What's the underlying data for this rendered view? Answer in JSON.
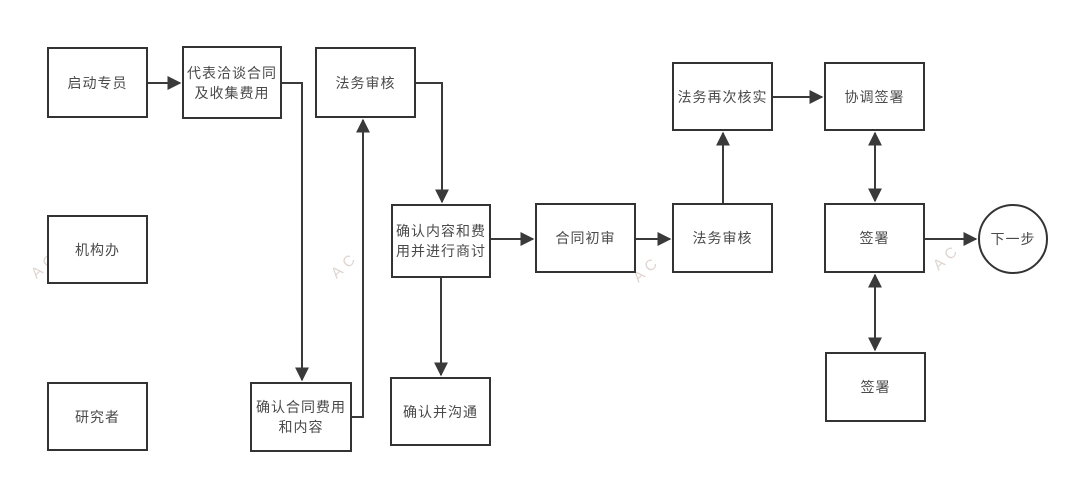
{
  "diagram": {
    "nodes": {
      "launcher": {
        "lines": [
          "启动专员"
        ]
      },
      "negotiate": {
        "lines": [
          "代表洽谈合同",
          "及收集费用"
        ]
      },
      "legal_review_1": {
        "lines": [
          "法务审核"
        ]
      },
      "legal_recheck": {
        "lines": [
          "法务再次核实"
        ]
      },
      "coordinate_sign": {
        "lines": [
          "协调签署"
        ]
      },
      "institution_office": {
        "lines": [
          "机构办"
        ]
      },
      "confirm_discuss": {
        "lines": [
          "确认内容和费",
          "用并进行商讨"
        ]
      },
      "contract_first_review": {
        "lines": [
          "合同初审"
        ]
      },
      "legal_review_2": {
        "lines": [
          "法务审核"
        ]
      },
      "sign_1": {
        "lines": [
          "签署"
        ]
      },
      "next_step": {
        "lines": [
          "下一步"
        ]
      },
      "researcher": {
        "lines": [
          "研究者"
        ]
      },
      "confirm_contract": {
        "lines": [
          "确认合同费用",
          "和内容"
        ]
      },
      "confirm_communicate": {
        "lines": [
          "确认并沟通"
        ]
      },
      "sign_2": {
        "lines": [
          "签署"
        ]
      }
    },
    "watermark": "A C",
    "colors": {
      "line": "#3a3a3a",
      "border": "#333333",
      "text": "#4a4a4a",
      "background": "#ffffff",
      "watermark": "#bfaca1"
    }
  }
}
